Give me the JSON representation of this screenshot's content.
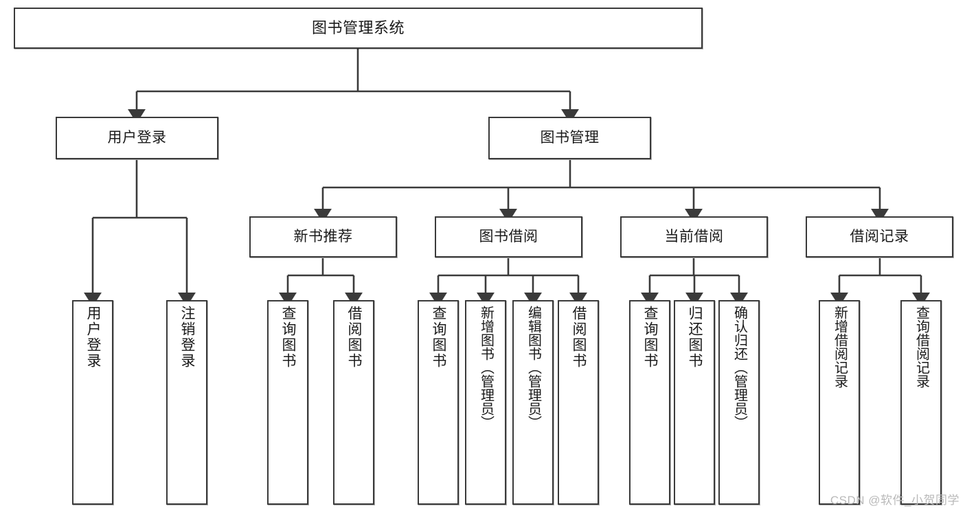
{
  "diagram": {
    "title": "图书管理系统",
    "type": "tree",
    "watermark": "CSDN @软件_小贺同学",
    "colors": {
      "stroke": "#3a3a3a",
      "fill": "#ffffff",
      "text": "#1a1a1a",
      "watermark": "#b9b9b9"
    },
    "nodes": {
      "root": {
        "label": "图书管理系统"
      },
      "level1": [
        {
          "label": "用户登录"
        },
        {
          "label": "图书管理"
        }
      ],
      "level2": [
        {
          "label": "新书推荐"
        },
        {
          "label": "图书借阅"
        },
        {
          "label": "当前借阅"
        },
        {
          "label": "借阅记录"
        }
      ],
      "leaves_user_login": [
        {
          "label": "用户登录"
        },
        {
          "label": "注销登录"
        }
      ],
      "leaves_new_book": [
        {
          "label": "查询图书"
        },
        {
          "label": "借阅图书"
        }
      ],
      "leaves_book_borrow": [
        {
          "label": "查询图书"
        },
        {
          "label": "新增图书（管理员）"
        },
        {
          "label": "编辑图书（管理员）"
        },
        {
          "label": "借阅图书"
        }
      ],
      "leaves_current_borrow": [
        {
          "label": "查询图书"
        },
        {
          "label": "归还图书"
        },
        {
          "label": "确认归还（管理员）"
        }
      ],
      "leaves_borrow_record": [
        {
          "label": "新增借阅记录"
        },
        {
          "label": "查询借阅记录"
        }
      ]
    }
  }
}
